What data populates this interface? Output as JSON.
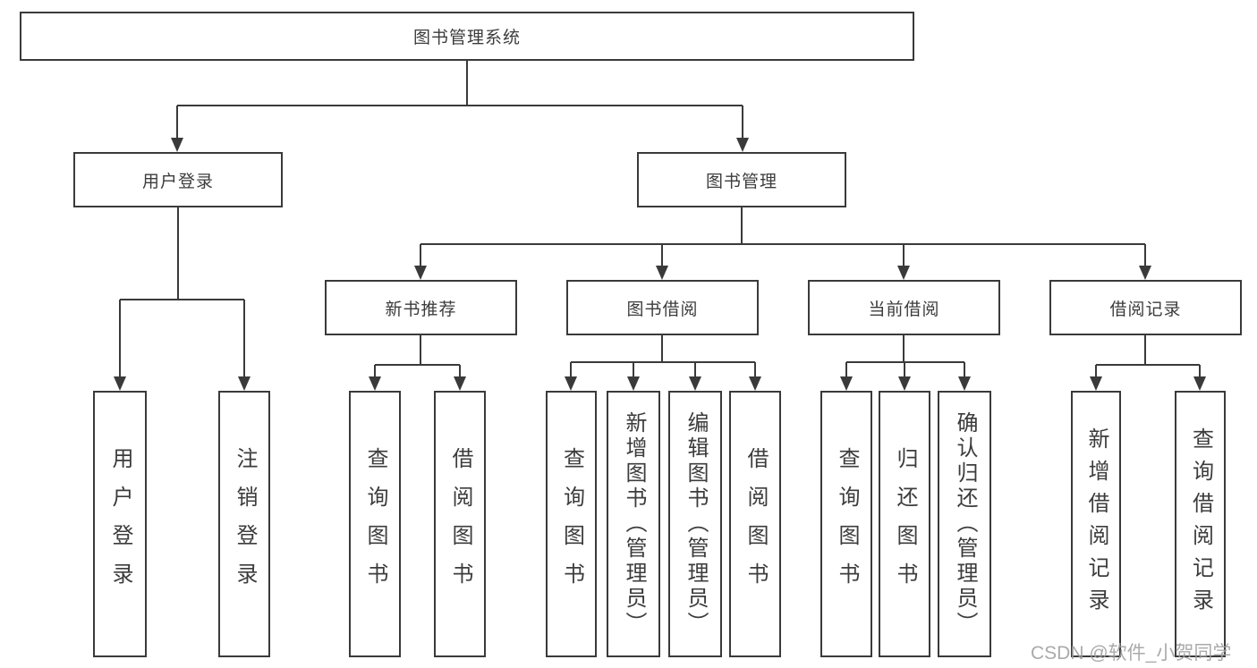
{
  "colors": {
    "line": "#3a3a3a",
    "box_border": "#3a3a3a",
    "box_fill": "#ffffff",
    "text": "#3c3c3c",
    "watermark": "#9e9e9e"
  },
  "tree": {
    "root": {
      "label": "图书管理系统"
    },
    "branches": [
      {
        "label": "用户登录",
        "children": [
          {
            "label": "用户登录"
          },
          {
            "label": "注销登录"
          }
        ]
      },
      {
        "label": "图书管理",
        "children": [
          {
            "label": "新书推荐",
            "children": [
              {
                "label": "查询图书"
              },
              {
                "label": "借阅图书"
              }
            ]
          },
          {
            "label": "图书借阅",
            "children": [
              {
                "label": "查询图书"
              },
              {
                "label": "新增图书（管理员）"
              },
              {
                "label": "编辑图书（管理员）"
              },
              {
                "label": "借阅图书"
              }
            ]
          },
          {
            "label": "当前借阅",
            "children": [
              {
                "label": "查询图书"
              },
              {
                "label": "归还图书"
              },
              {
                "label": "确认归还（管理员）"
              }
            ]
          },
          {
            "label": "借阅记录",
            "children": [
              {
                "label": "新增借阅记录"
              },
              {
                "label": "查询借阅记录"
              }
            ]
          }
        ]
      }
    ]
  },
  "watermark": {
    "text": "CSDN @软件_小贺同学"
  }
}
